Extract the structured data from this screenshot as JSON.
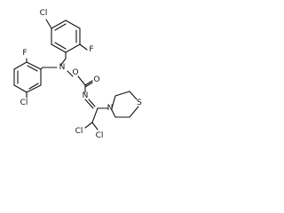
{
  "molecule": {
    "atom_labels": {
      "cl_top": "Cl",
      "f_top": "F",
      "f_left": "F",
      "n_hydroxylamine": "N",
      "o_ester": "O",
      "o_carbonyl": "O",
      "cl_left": "Cl",
      "n_imine": "N",
      "n_ring": "N",
      "s_ring": "S",
      "cl_bottom_left": "Cl",
      "cl_bottom": "Cl"
    }
  }
}
